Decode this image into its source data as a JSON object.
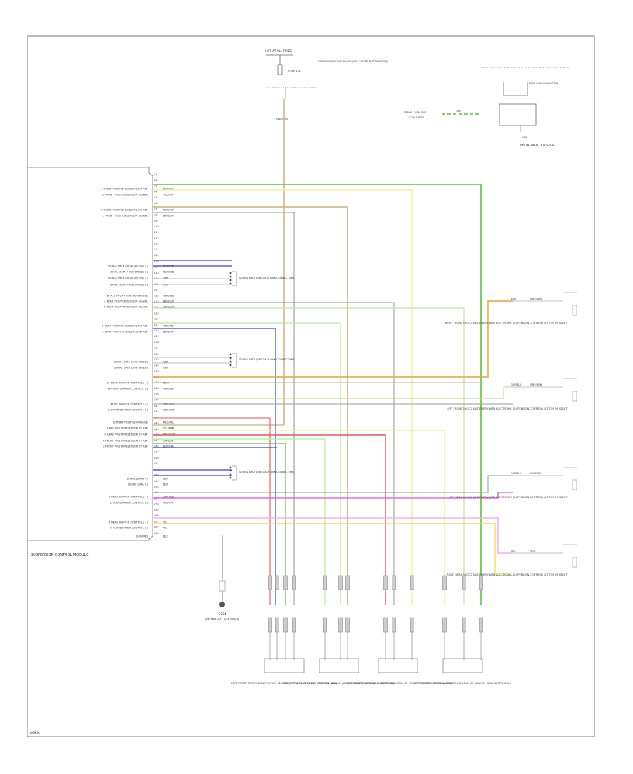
{
  "module": {
    "name": "SUSPENSION CONTROL MODULE",
    "pins": [
      "A1",
      "A2",
      "A3",
      "A4",
      "A5",
      "A6",
      "A7",
      "A8",
      "A9",
      "A10",
      "A11",
      "A12",
      "A13",
      "A14",
      "A15",
      "A16",
      "A17",
      "A18",
      "A19",
      "A20",
      "A21",
      "A22",
      "A23",
      "A24",
      "A25",
      "A26",
      "A27",
      "A28",
      "A29",
      "A30",
      "A31",
      "A32",
      "A33",
      "A34",
      "A35",
      "A36",
      "A37",
      "A38",
      "A39",
      "A40",
      "A41",
      "A42",
      "A43",
      "A44",
      "A45",
      "A46",
      "A47",
      "A48",
      "A49",
      "A50",
      "A51",
      "A52",
      "A53",
      "A54",
      "A55",
      "A56",
      "A57",
      "A58",
      "A59",
      "A60",
      "A61",
      "A62",
      "A63"
    ],
    "left_labels": [
      "L FRONT POSITION SENSOR LOW REF",
      "R FRONT POSITION SENSOR SIGNAL",
      "R FRONT POSITION SENSOR LOW REF",
      "L FRONT POSITION SENSOR SIGNAL",
      "SERIAL DATA (HIGH SPEED) (+)",
      "SERIAL DATA (HIGH SPEED) (-)",
      "SERIAL DATA (HIGH SPEED) (+)",
      "SERIAL DATA (HIGH SPEED) (-)",
      "SMALL UTILITY LOW REFERENCE",
      "L REAR POSITION SENSOR SIGNAL",
      "R REAR POSITION SENSOR SIGNAL",
      "R REAR POSITION SENSOR LOW REF",
      "L REAR POSITION SENSOR LOW REF",
      "SERIAL DATA (LOW SPEED)",
      "SERIAL DATA (LOW SPEED)",
      "R FRONT DAMPER CONTROL (+)",
      "R FRONT DAMPER CONTROL (-)",
      "L FRONT DAMPER CONTROL (+)",
      "L FRONT DAMPER CONTROL (-)",
      "BATTERY POSITIVE VOLTAGE",
      "L REAR POSITION SENSOR 5V REF",
      "R REAR POSITION SENSOR 5V REF",
      "R FRONT POSITION SENSOR 5V REF",
      "L FRONT POSITION SENSOR 5V REF",
      "SERIAL DATA (+)",
      "SERIAL DATA (-)",
      "L REAR DAMPER CONTROL (+)",
      "L REAR DAMPER CONTROL (-)",
      "R REAR DAMPER CONTROL (+)",
      "R REAR DAMPER CONTROL (-)",
      "GROUND"
    ],
    "wire_colors": [
      "BLU/WHT",
      "YEL/GRY",
      "BLU/GRN",
      "BRN/GRY",
      "BLU/RED",
      "BLU/RED",
      "GRY",
      "GRY",
      "GRY/BLU",
      "BRN/GRY",
      "GRN/GRY",
      "GRY/YEL",
      "BRN/GRY",
      "GRY",
      "GRY",
      "BRN",
      "GRY/BLK",
      "GRY/GRN",
      "GRY/GRN",
      "RED/BLU",
      "YEL/BRN",
      "BRN/GRN",
      "GRN/GRY",
      "BLU/BRN",
      "BLU",
      "BLU",
      "GRY/BLU",
      "VIO/GRY",
      "YEL",
      "YEL",
      "BLK"
    ]
  },
  "fuse": {
    "header": "HOT AT ALL TIMES",
    "label": "UNDERHOOD FUSE BLOCK (SEE POWER DISTRIBUTION)",
    "fuse_name": "FUSE 15A",
    "wire": "RED/GRN"
  },
  "cluster": {
    "name": "INSTRUMENT CLUSTER",
    "sub_label": "DATA LINK CONNECTOR",
    "ground": "GND",
    "serial_label": "SERIAL DATA BUS",
    "serial_sub": "LOW SPEED",
    "wire": "GRN"
  },
  "ground_label": {
    "title": "G104",
    "desc": "(BEHIND LEFT KICK PANEL)"
  },
  "right_devices": [
    {
      "label": "RIGHT FRONT SHOCK ABSORBER (WITH ELECTRONIC SUSPENSION CONTROL) (AT TOP OF STRUT)",
      "wire1": "BRN",
      "wire2": "GRY/BRN"
    },
    {
      "label": "LEFT FRONT SHOCK ABSORBER (WITH ELECTRONIC SUSPENSION CONTROL) (AT TOP OF STRUT)",
      "wire1": "GRY/BLU",
      "wire2": "GRY/GRN"
    },
    {
      "label": "LEFT REAR SHOCK ABSORBER (WITH ELECTRONIC SUSPENSION CONTROL) (AT TOP OF STRUT)",
      "wire1": "GRY/BLU",
      "wire2": "VIO/GRY"
    },
    {
      "label": "RIGHT REAR SHOCK ABSORBER (WITH ELECTRONIC SUSPENSION CONTROL) (AT TOP OF STRUT)",
      "wire1": "YEL",
      "wire2": "YEL"
    }
  ],
  "sensors": [
    {
      "label": "LEFT FRONT SUSPENSION POSITION SENSOR (AT FRONT OF LOWER CONTROL ARM)"
    },
    {
      "label": "RIGHT REAR SUSPENSION POSITION SENSOR (AT REAR CENTER OF REAR SUSPENSION)"
    },
    {
      "label": "RIGHT FRONT SUSPENSION POSITION SENSOR (AT FRONT OF LOWER CONTROL ARM)"
    },
    {
      "label": "LEFT REAR SUSPENSION POSITION SENSOR (AT REAR OF REAR SUSPENSION)"
    }
  ],
  "serial_notes": [
    {
      "text": "SERIAL DATA (SEE DATA LINK CONNECTORS)"
    },
    {
      "text": "SERIAL DATA (SEE DATA LINK CONNECTORS)"
    },
    {
      "text": "SERIAL DATA (SEE DATA LINK CONNECTORS)"
    }
  ],
  "footer_code": "W6954",
  "colors": {
    "green": "#5fbf3f",
    "light_green": "#b9e89a",
    "yellow": "#f5e14a",
    "light_yellow": "#f3eea0",
    "orange": "#e5a23a",
    "tan": "#c8b27a",
    "gray": "#9a9a9a",
    "blue": "#3a3fe0",
    "red": "#e05858",
    "magenta": "#e14ee0",
    "pink": "#f0a0f0"
  }
}
